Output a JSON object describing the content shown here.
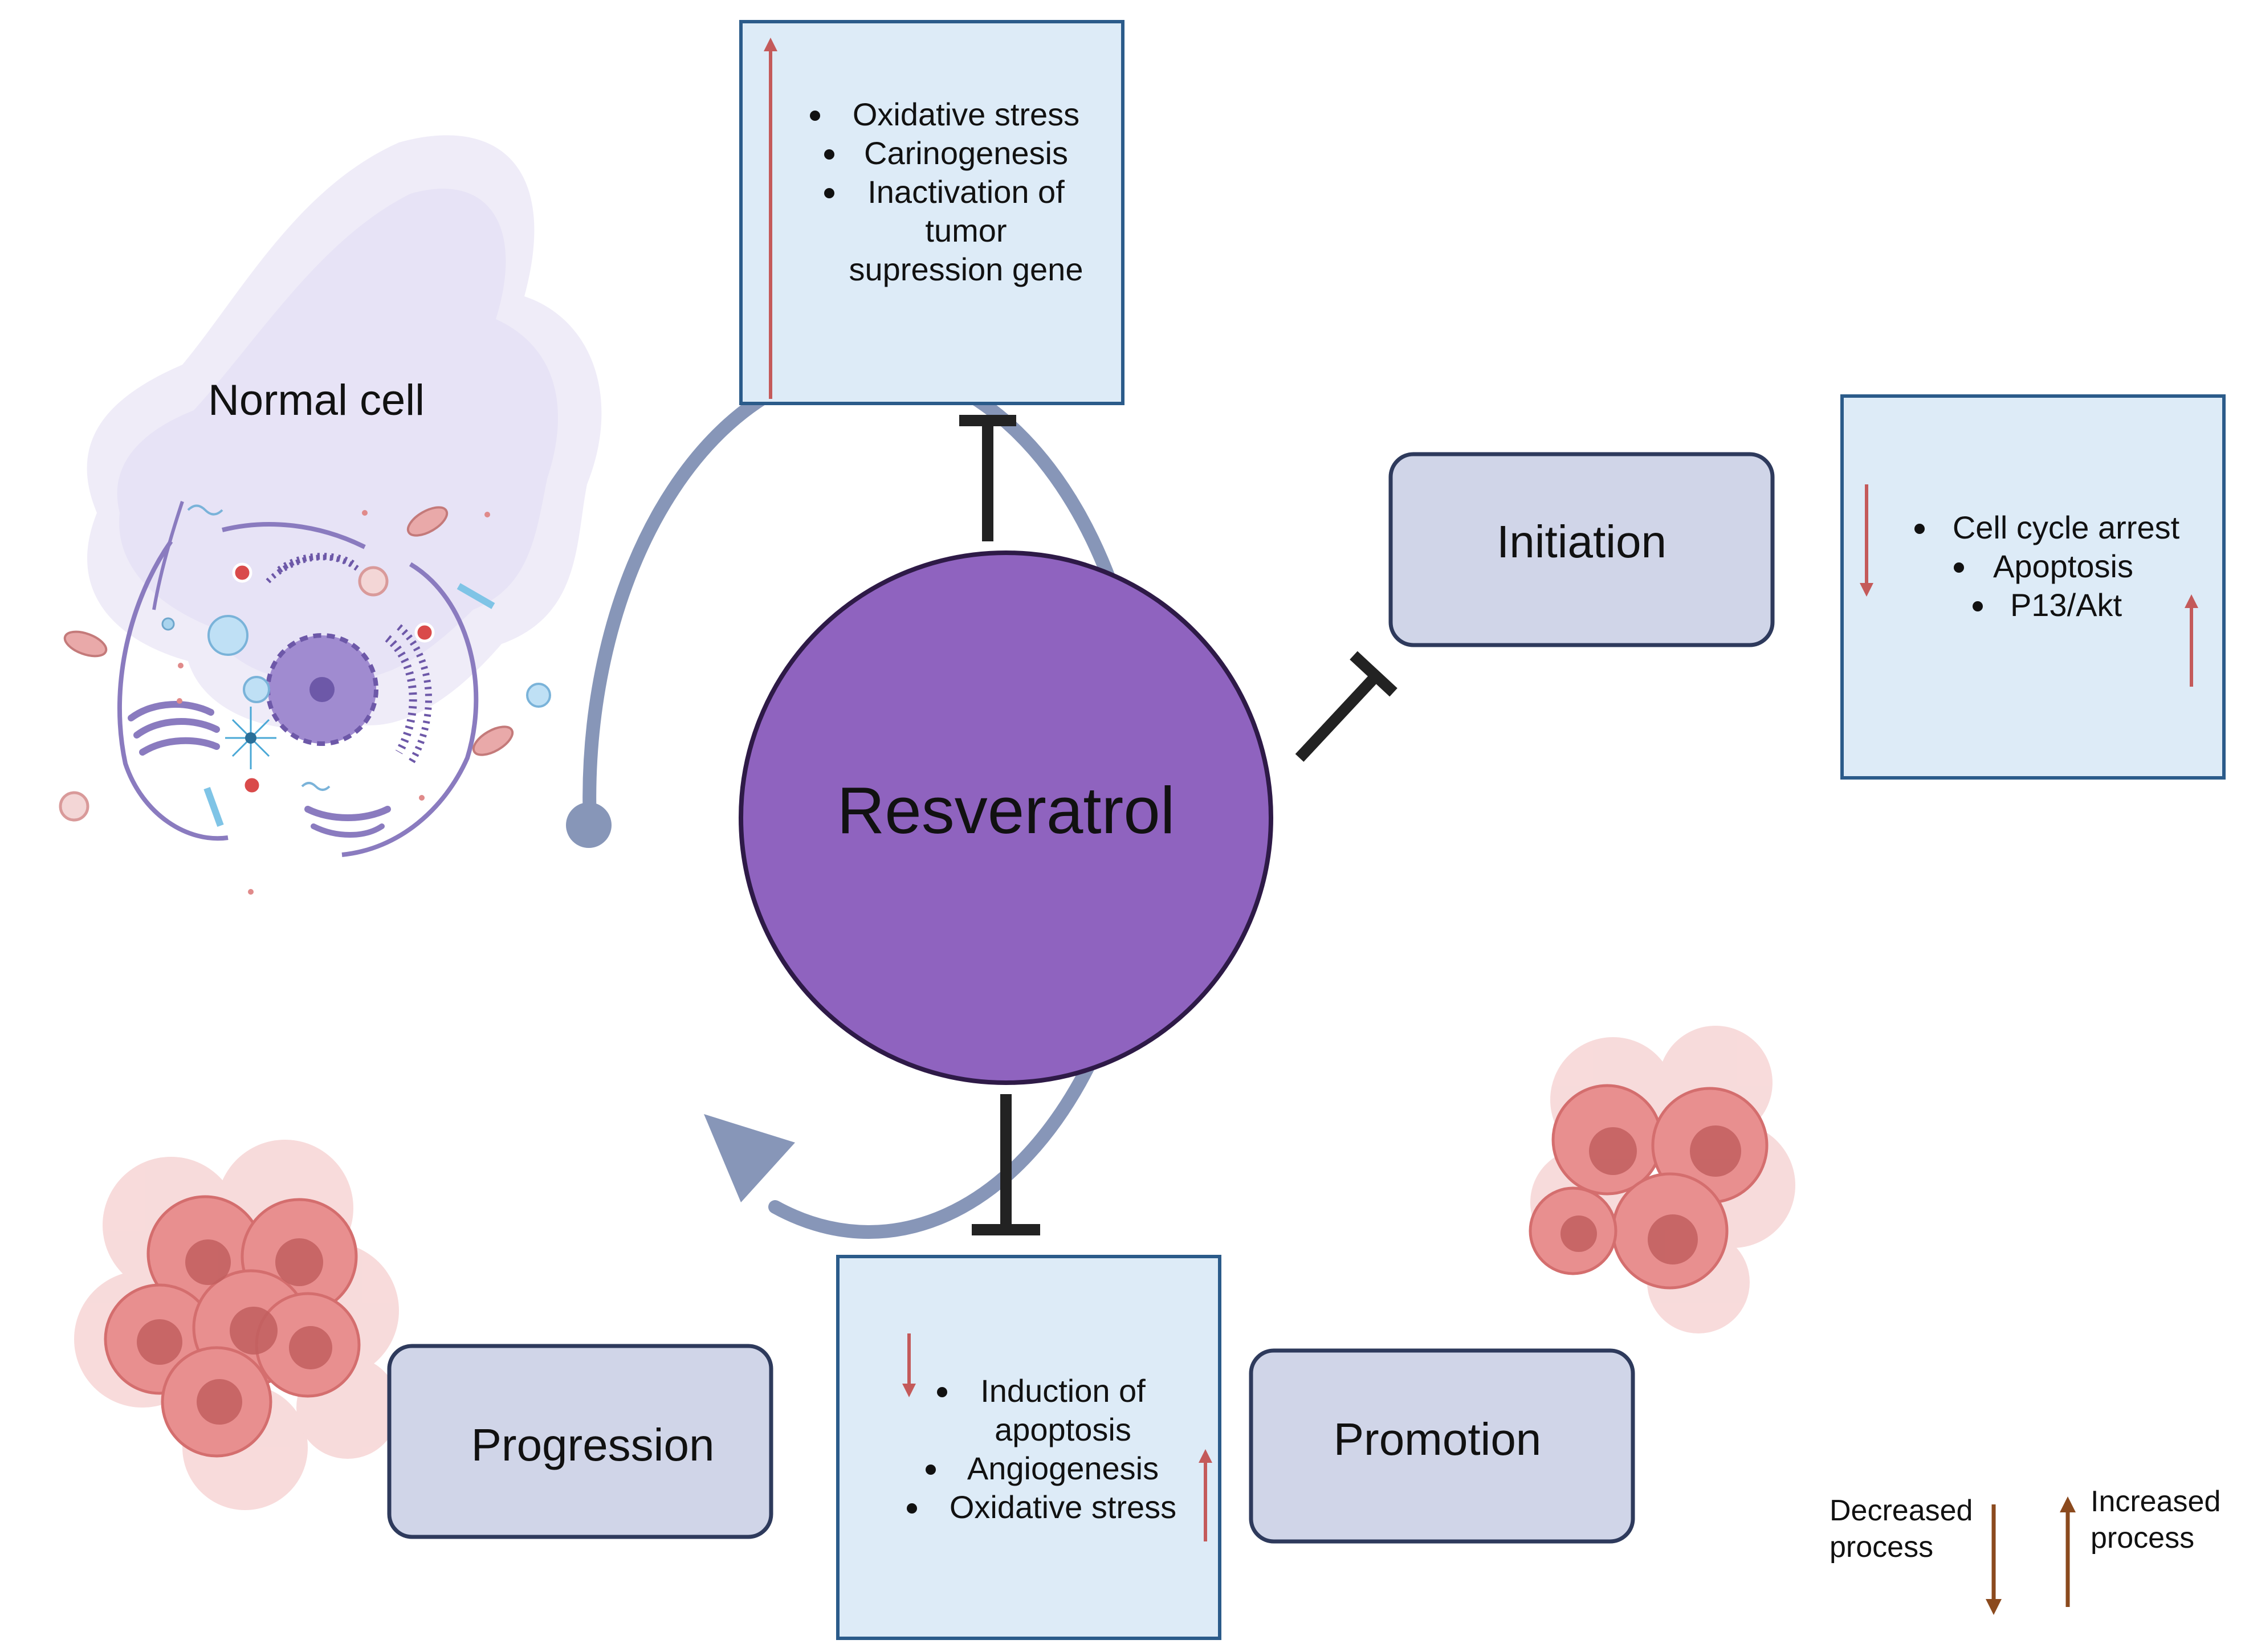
{
  "center": {
    "label": "Resveratrol"
  },
  "normal_cell": {
    "label": "Normal cell"
  },
  "stages": {
    "initiation": "Initiation",
    "promotion": "Promotion",
    "progression": "Progression"
  },
  "top_box": {
    "items": [
      "Oxidative stress",
      "Carinogenesis",
      "Inactivation of"
    ],
    "continuation": [
      "tumor",
      "supression gene"
    ]
  },
  "right_box": {
    "items": [
      "Cell cycle arrest",
      "Apoptosis",
      "P13/Akt"
    ]
  },
  "bottom_box": {
    "items": [
      "Induction of",
      "Angiogenesis",
      "Oxidative stress"
    ],
    "continuation": [
      "apoptosis"
    ]
  },
  "legend": {
    "decreased": [
      "Decreased",
      "process"
    ],
    "increased": [
      "Increased",
      "process"
    ]
  },
  "colors": {
    "circle_fill": "#8f63bf",
    "circle_stroke": "#2e1a47",
    "cycle_arrow": "#8796b8",
    "box_fill": "#ddebf7",
    "box_stroke": "#2b5b8a",
    "stage_fill": "#d0d5e8",
    "stage_stroke": "#2e3a5c",
    "red_arrow": "#c45a5a",
    "brown_arrow": "#8b4a1e",
    "inhibitor": "#222222"
  }
}
